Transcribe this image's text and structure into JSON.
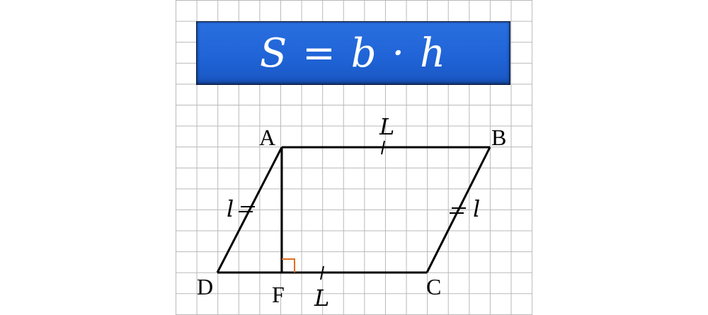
{
  "formula": "S = b · h",
  "vertices": {
    "A": "A",
    "B": "B",
    "C": "C",
    "D": "D",
    "F": "F"
  },
  "side_labels": {
    "top": "L",
    "bottom": "L",
    "left": "l",
    "right": "l"
  },
  "colors": {
    "formula_bg": "#1f63d6",
    "right_angle_marker": "#e07020",
    "lines": "#000000",
    "grid": "#b8b8b8"
  }
}
